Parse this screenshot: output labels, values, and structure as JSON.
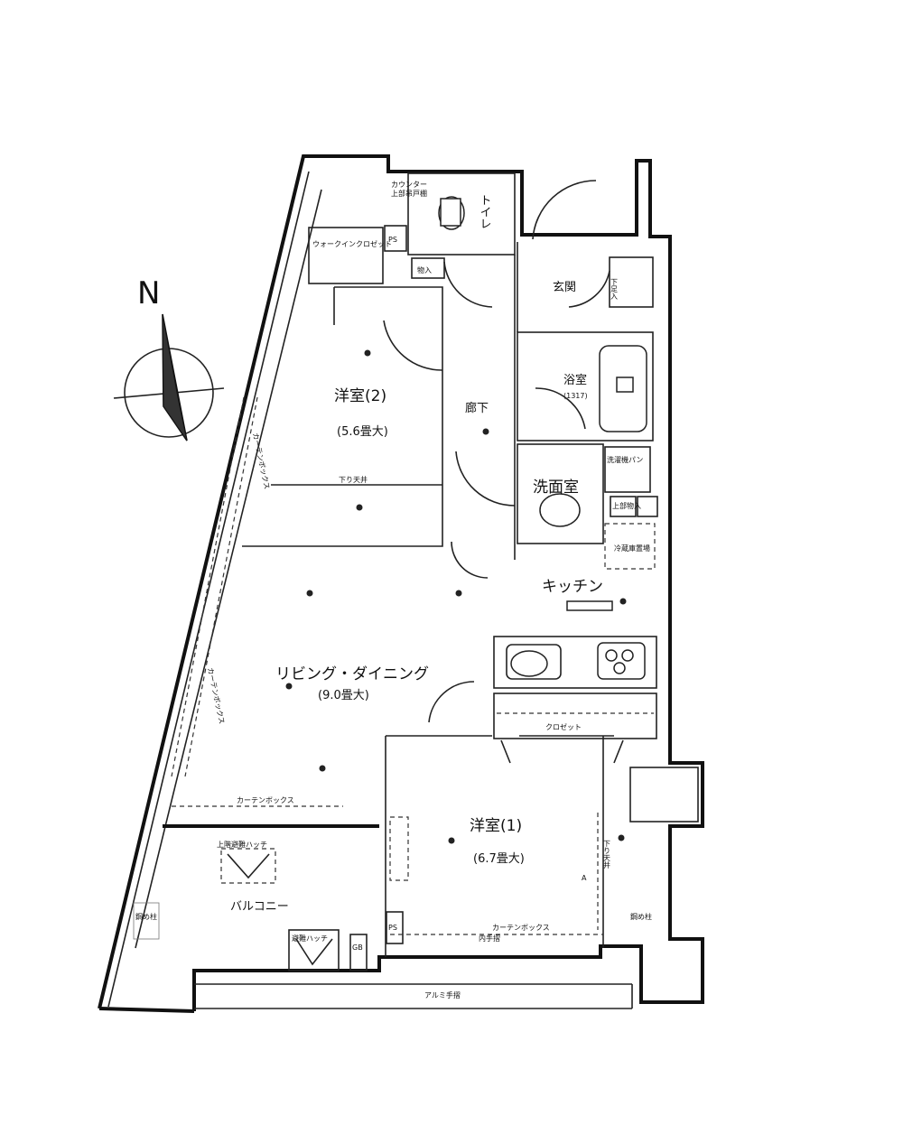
{
  "compass": {
    "north_label": "N"
  },
  "rooms": {
    "western_room_2": {
      "name": "洋室(2)",
      "size": "(5.6畳大)"
    },
    "living_dining": {
      "name": "リビング・ダイニング",
      "size": "(9.0畳大)"
    },
    "western_room_1": {
      "name": "洋室(1)",
      "size": "(6.7畳大)"
    },
    "kitchen": {
      "name": "キッチン"
    },
    "washroom": {
      "name": "洗面室"
    },
    "bathroom": {
      "name": "浴室",
      "size": "(1317)"
    },
    "hallway": {
      "name": "廊下"
    },
    "entrance": {
      "name": "玄関"
    },
    "toilet": {
      "name": "トイレ"
    },
    "balcony": {
      "name": "バルコニー"
    }
  },
  "labels": {
    "walk_in_closet": "ウォークインクロゼット",
    "closet": "クロゼット",
    "storage": "物入",
    "ps": "PS",
    "ps_balcony": "PS",
    "gb": "GB",
    "counter": "カウンター",
    "upper_storage": "上部吊戸棚",
    "curtain_box_ld": "カーテンボックス",
    "curtain_box_r1": "カーテンボックス",
    "curtain_box_side_a": "カーテンボックス",
    "curtain_box_side_b": "カーテンボックス",
    "lowered_ceiling_r2": "下り天井",
    "lowered_ceiling_r1": "下り天井",
    "evac_hatch_upper": "上階避難ハッチ",
    "evac_hatch": "避難ハッチ",
    "fridge_space": "冷蔵庫置場",
    "laundry_pan": "洗濯機パン",
    "upper_storage_wash": "上部物入",
    "aluminum_handrail": "アルミ手摺",
    "window_bottom": "内手摺",
    "shoe_box": "下足入",
    "column_left": "鋼め柱",
    "column_right": "鋼め柱",
    "section_marker": "A"
  }
}
